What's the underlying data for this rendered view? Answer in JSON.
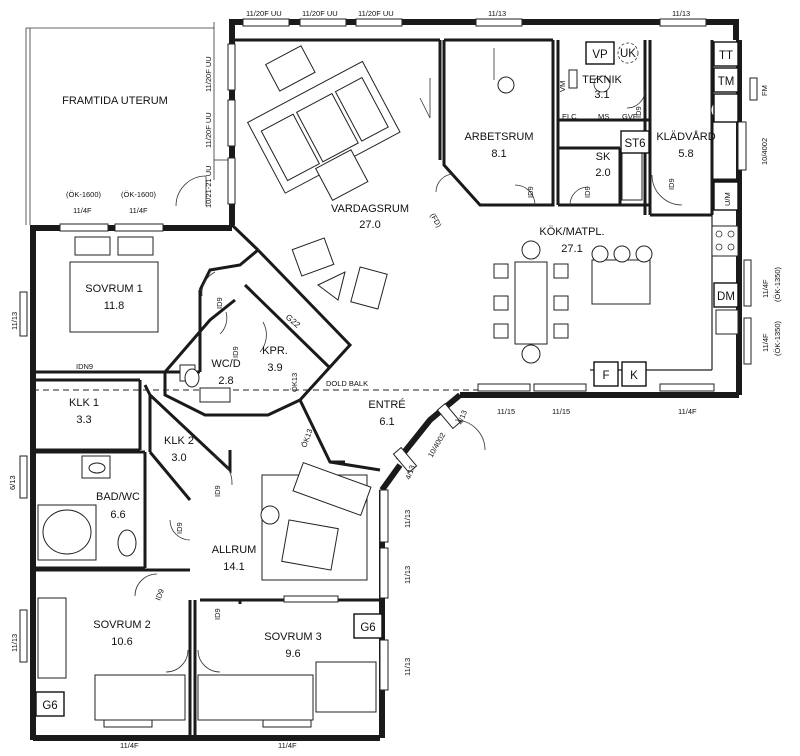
{
  "rooms": {
    "framtida_uterum": "FRAMTIDA UTERUM",
    "vardagsrum": {
      "name": "VARDAGSRUM",
      "area": "27.0"
    },
    "arbetsrum": {
      "name": "ARBETSRUM",
      "area": "8.1"
    },
    "teknik": {
      "name": "TEKNIK",
      "area": "3.1"
    },
    "sk": {
      "name": "SK",
      "area": "2.0"
    },
    "kladvard": {
      "name": "KLÄDVÅRD",
      "area": "5.8"
    },
    "kok": {
      "name": "KÖK/MATPL.",
      "area": "27.1"
    },
    "sovrum1": {
      "name": "SOVRUM 1",
      "area": "11.8"
    },
    "wcd": {
      "name": "WC/D",
      "area": "2.8"
    },
    "kpr": {
      "name": "KPR.",
      "area": "3.9"
    },
    "klk1": {
      "name": "KLK 1",
      "area": "3.3"
    },
    "klk2": {
      "name": "KLK 2",
      "area": "3.0"
    },
    "entre": {
      "name": "ENTRÉ",
      "area": "6.1"
    },
    "badwc": {
      "name": "BAD/WC",
      "area": "6.6"
    },
    "allrum": {
      "name": "ALLRUM",
      "area": "14.1"
    },
    "sovrum2": {
      "name": "SOVRUM 2",
      "area": "10.6"
    },
    "sovrum3": {
      "name": "SOVRUM 3",
      "area": "9.6"
    }
  },
  "windows": {
    "top1": "11/20F UU",
    "top2": "11/20F UU",
    "top3": "11/20F UU",
    "top4": "11/13",
    "top5": "11/13",
    "vr_left1": "11/20F UU",
    "vr_left2": "11/20F UU",
    "vr_left3": "10/21-21 UU",
    "ut_a": "11/4F",
    "ut_b": "11/4F",
    "ok_a": "(ÖK-1600)",
    "ok_b": "(ÖK-1600)",
    "left_sov1": "11/13",
    "left_bad": "6/13",
    "left_sov2": "11/13",
    "bottom1": "11/4F",
    "bottom2": "11/4F",
    "right_kok1": "11/4F",
    "right_kok2": "11/4F",
    "ok_c": "(ÖK-1350)",
    "ok_d": "(ÖK-1350)",
    "bot_kok1": "11/15",
    "bot_kok2": "11/15",
    "bot_kok3": "11/4F",
    "allrum1": "11/13",
    "allrum2": "11/13",
    "sov3_right": "11/13",
    "entre1": "4/13",
    "entre2": "4/13",
    "fm": "FM",
    "door_kladvard": "10/4002",
    "door_entre": "10/4002"
  },
  "doors": {
    "id9": "ID9",
    "id9_dup": "ID9",
    "idn9": "IDN9",
    "ok13": "ÖK13",
    "ok13b": "ÖK13",
    "fd": "(FD)"
  },
  "labels": {
    "dold_balk": "DOLD BALK",
    "g22": "G22",
    "vp": "VP",
    "uk": "UK",
    "vm": "VM",
    "elc": "ELC.",
    "ms": "MS",
    "gvf": "GVF",
    "st6": "ST6",
    "tt": "TT",
    "tm": "TM",
    "um": "U/M",
    "dm": "DM",
    "f": "F",
    "k": "K",
    "g6": "G6",
    "g6b": "G6"
  }
}
